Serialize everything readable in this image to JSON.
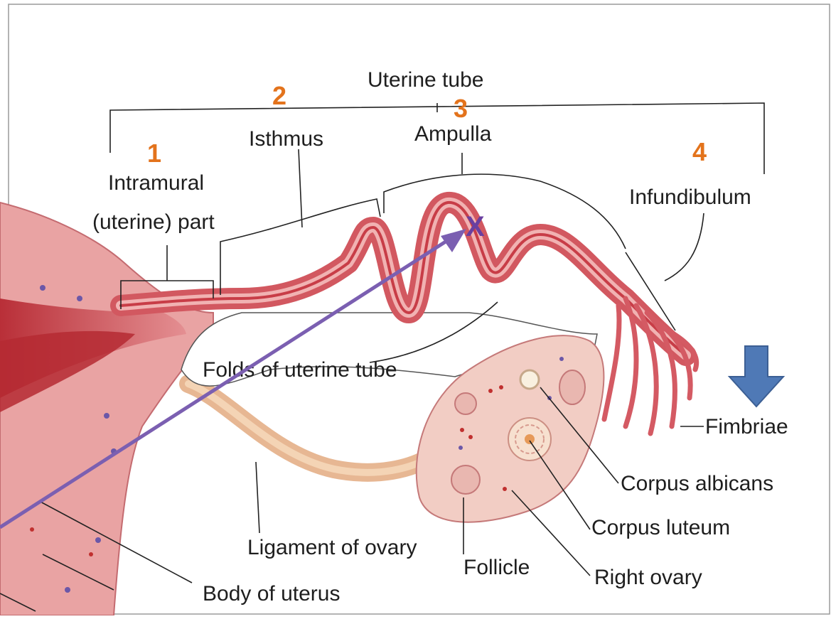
{
  "diagram": {
    "labels": {
      "uterine_tube": "Uterine tube",
      "intramural_line1": "Intramural",
      "intramural_line2": "(uterine) part",
      "isthmus": "Isthmus",
      "ampulla": "Ampulla",
      "infundibulum": "Infundibulum",
      "folds": "Folds of uterine tube",
      "fimbriae": "Fimbriae",
      "corpus_albicans": "Corpus albicans",
      "corpus_luteum": "Corpus luteum",
      "right_ovary": "Right ovary",
      "follicle": "Follicle",
      "ligament": "Ligament of ovary",
      "body_uterus": "Body of uterus"
    },
    "annotations": {
      "n1": "1",
      "n2": "2",
      "n3": "3",
      "n4": "4",
      "x_marker": "X"
    },
    "colors": {
      "number_orange": "#e3731c",
      "arrow_purple": "#7b5fb1",
      "down_arrow_blue": "#4f79b6",
      "tissue_pink": "#e89a9a",
      "tube_red": "#c9484e"
    }
  }
}
